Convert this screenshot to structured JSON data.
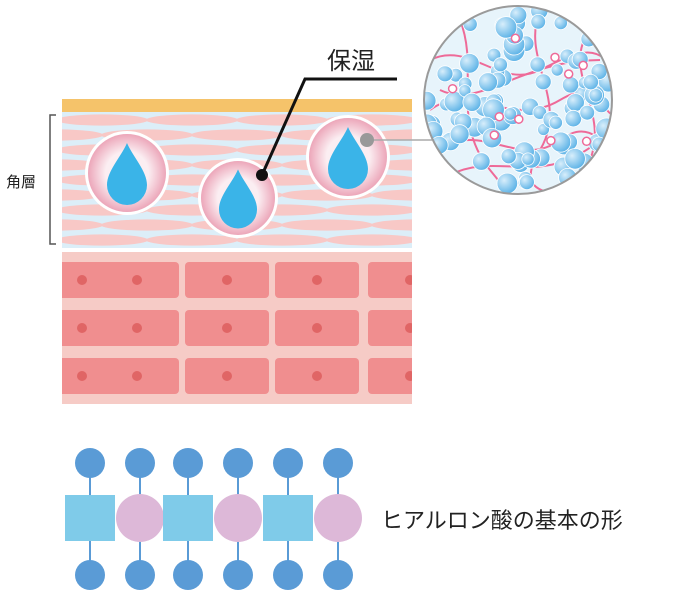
{
  "labels": {
    "moisturizing": "保湿",
    "stratum_corneum": "角層",
    "hyaluronic_title": "ヒアルロン酸の基本の形"
  },
  "colors": {
    "skin_top_band": "#f5c36a",
    "stratum_base": "#dceef8",
    "stratum_cell_pink": "#f8c8c6",
    "bottom_layer_bg": "#f6cbc6",
    "cell_fill": "#f08e8f",
    "cell_nucleus": "#e06565",
    "droplet_blue": "#3ab4e8",
    "sphere_outer": "#e8a3b5",
    "sphere_inner": "#f8e4ea",
    "zoom_bg": "#e7f4fb",
    "zoom_fiber": "#ee6a98",
    "zoom_ball": "#7dc5ee",
    "leader_line": "#111111",
    "zoom_leader": "#aaaaaa",
    "molecule_blue": "#5a9bd6",
    "molecule_square": "#7fcbe9",
    "molecule_circle": "#ddb8d8",
    "molecule_stem": "#5a9bd6"
  }
}
